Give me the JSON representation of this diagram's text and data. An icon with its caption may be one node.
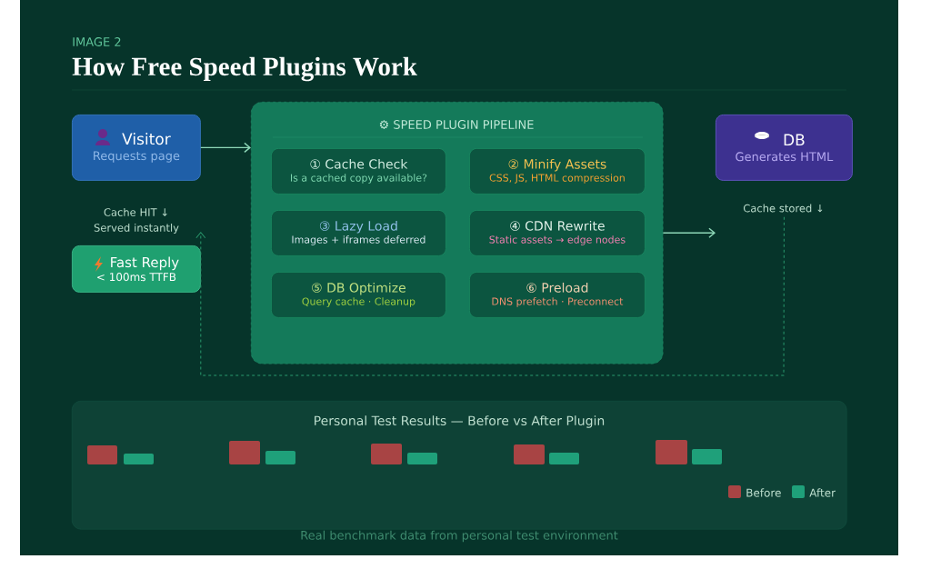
{
  "diagram": {
    "title": "How Free Speed Plugins Work",
    "caption": "Real benchmark data from personal test environment",
    "nodes": [
      {
        "text": [
          "Visitor",
          "Requests page"
        ]
      },
      {
        "text": [
          "⚙ SPEED PLUGIN PIPELINE"
        ]
      },
      {
        "text": [
          "① Cache Check",
          "Is a cached copy available?"
        ],
        "in": 1
      },
      {
        "text": [
          "② Minify Assets",
          "CSS, JS, HTML compression"
        ],
        "in": 1
      },
      {
        "text": [
          "③ Lazy Load",
          "Images + iframes deferred"
        ],
        "in": 1
      },
      {
        "text": [
          "④ CDN Rewrite",
          "Static assets → edge nodes"
        ],
        "in": 1
      },
      {
        "text": [
          "⑤ DB Optimize",
          "Query cache · Cleanup"
        ],
        "in": 1
      },
      {
        "text": [
          "⑥ Preload",
          "DNS prefetch · Preconnect"
        ],
        "in": 1
      },
      {
        "text": [
          "DB",
          "Generates HTML"
        ],
        "beside": [
          "Cache stored ↓"
        ]
      },
      {
        "text": [
          "Fast Reply",
          "< 100ms TTFB"
        ],
        "beside": [
          "Cache HIT ↓ Served instantly"
        ]
      },
      {
        "text": [
          "Personal Test Results — Before vs After Plugin"
        ]
      }
    ],
    "edges": [
      {
        "from": 0,
        "to": 1,
        "arrow": "to"
      },
      {
        "from": 1,
        "to": 8,
        "arrow": "to"
      },
      {
        "from": 8,
        "to": 9,
        "arrow": "to",
        "style": "dashed",
        "color": "#2a9a6e"
      }
    ],
    "labels": [
      "IMAGE 2"
    ],
    "legend": [
      {
        "text": "Before",
        "color": "#a84444"
      },
      {
        "text": "After",
        "color": "#1fa07a"
      }
    ]
  }
}
